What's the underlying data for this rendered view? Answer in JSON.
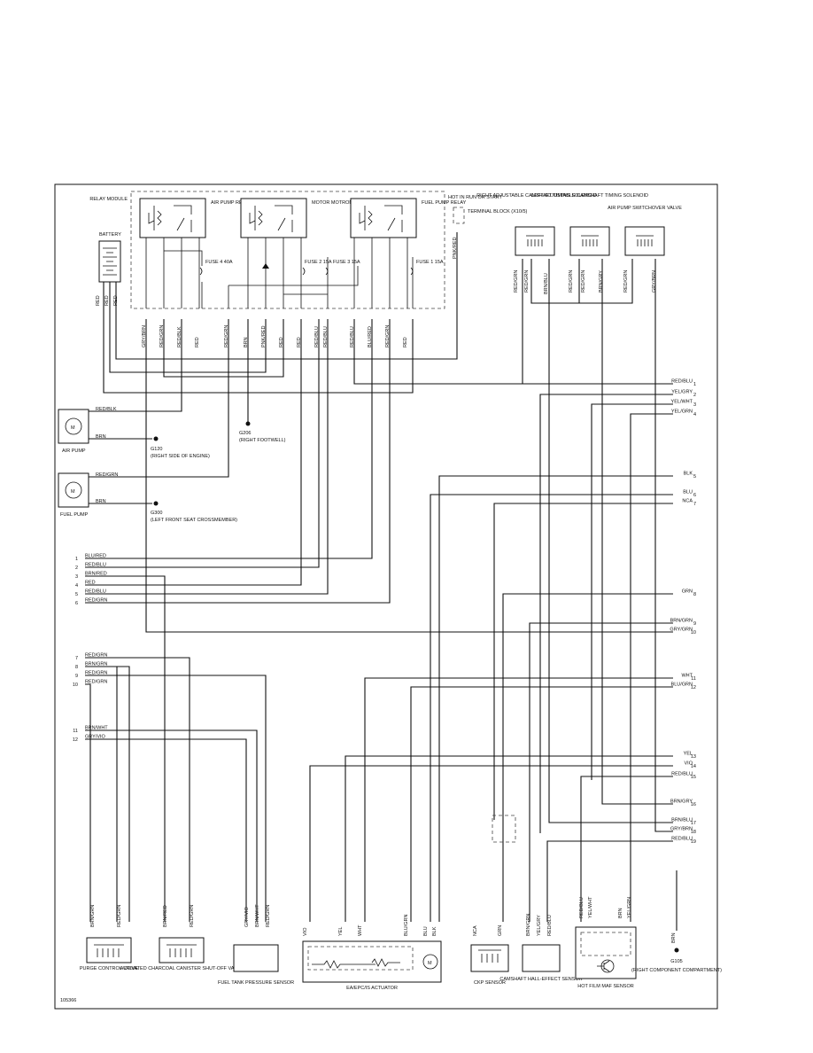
{
  "diagram_id": "105366",
  "relay_module": {
    "label": "RELAY MODULE",
    "relays": [
      {
        "label": "AIR PUMP RELAY"
      },
      {
        "label": "MOTOR MOTRONIC RELAY"
      },
      {
        "label": "FUEL PUMP RELAY"
      }
    ],
    "fuses": [
      {
        "label": "FUSE 4 40A"
      },
      {
        "label": "FUSE 2 15A"
      },
      {
        "label": "FUSE 3 15A"
      },
      {
        "label": "FUSE 1 15A"
      }
    ],
    "pin_wires": [
      "GRY/BRN",
      "RED/GRN",
      "RED/BLK",
      "RED",
      "RED/GRN",
      "BRN",
      "PNK/RED",
      "RED",
      "RED",
      "RED/BLU",
      "RED/BLU",
      "RED/BLU",
      "BLU/RED",
      "RED/GRN",
      "RED"
    ]
  },
  "hot_in_run": {
    "label": "HOT IN RUN OR START",
    "block": "TERMINAL BLOCK (X10/5)",
    "wire": "PNK/RED"
  },
  "battery": {
    "label": "BATTERY",
    "wires": [
      "RED",
      "RED",
      "RED"
    ]
  },
  "solenoids": [
    {
      "label": "RIGHT ADJUSTABLE CAMSHAFT TIMING SOLENOID",
      "wires": [
        "RED/GRN",
        "BRN/BLU"
      ]
    },
    {
      "label": "LEFT ADJUSTABLE CAMSHAFT TIMING SOLENOID",
      "wires": [
        "RED/GRN",
        "BRN/GRY"
      ]
    },
    {
      "label": "AIR PUMP SWITCHOVER VALVE",
      "wires": [
        "RED/GRN",
        "GRY/BRN"
      ]
    }
  ],
  "air_pump": {
    "label": "AIR PUMP",
    "wire1": "RED/BLK",
    "wire2": "BRN",
    "ground": "G120",
    "ground_desc": "(RIGHT SIDE OF ENGINE)"
  },
  "fuel_pump": {
    "label": "FUEL PUMP",
    "wire1": "RED/GRN",
    "wire2": "BRN",
    "ground": "G300",
    "ground_desc": "(LEFT FRONT SEAT CROSSMEMBER)"
  },
  "g206": {
    "label": "G206",
    "desc": "(RIGHT FOOTWELL)"
  },
  "g105": {
    "label": "G105",
    "desc": "(RIGHT COMPONENT COMPARTMENT)",
    "wire": "BRN"
  },
  "left_connector": [
    {
      "pin": "1",
      "wire": "BLU/RED"
    },
    {
      "pin": "2",
      "wire": "RED/BLU"
    },
    {
      "pin": "3",
      "wire": "BRN/RED"
    },
    {
      "pin": "4",
      "wire": "RED"
    },
    {
      "pin": "5",
      "wire": "RED/BLU"
    },
    {
      "pin": "6",
      "wire": "RED/GRN"
    },
    {
      "pin": "7",
      "wire": "RED/GRN"
    },
    {
      "pin": "8",
      "wire": "BRN/GRN"
    },
    {
      "pin": "9",
      "wire": "RED/GRN"
    },
    {
      "pin": "10",
      "wire": "RED/GRN"
    },
    {
      "pin": "11",
      "wire": "BRN/WHT"
    },
    {
      "pin": "12",
      "wire": "GRY/VIO"
    }
  ],
  "right_connector": [
    {
      "pin": "1",
      "wire": "RED/BLU"
    },
    {
      "pin": "2",
      "wire": "YEL/GRY"
    },
    {
      "pin": "3",
      "wire": "YEL/WHT"
    },
    {
      "pin": "4",
      "wire": "YEL/GRN"
    },
    {
      "pin": "5",
      "wire": "BLK"
    },
    {
      "pin": "6",
      "wire": "BLU"
    },
    {
      "pin": "7",
      "wire": "NCA"
    },
    {
      "pin": "8",
      "wire": "GRN"
    },
    {
      "pin": "9",
      "wire": "BRN/GRN"
    },
    {
      "pin": "10",
      "wire": "GRY/GRN"
    },
    {
      "pin": "11",
      "wire": "WHT"
    },
    {
      "pin": "12",
      "wire": "BLU/GRN"
    },
    {
      "pin": "13",
      "wire": "YEL"
    },
    {
      "pin": "14",
      "wire": "VIO"
    },
    {
      "pin": "15",
      "wire": "RED/BLU"
    },
    {
      "pin": "16",
      "wire": "BRN/GRY"
    },
    {
      "pin": "17",
      "wire": "BRN/BLU"
    },
    {
      "pin": "18",
      "wire": "GRY/BRN"
    },
    {
      "pin": "19",
      "wire": "RED/BLU"
    }
  ],
  "bottom_components": [
    {
      "label": "PURGE CONTROL VALVE",
      "wires": [
        "BRN/GRN",
        "RED/GRN"
      ]
    },
    {
      "label": "ACTIVATED CHARCOAL CANISTER SHUT-OFF VALVE",
      "wires": [
        "BRN/RED",
        "RED/GRN"
      ]
    },
    {
      "label": "FUEL TANK PRESSURE SENSOR",
      "wires": [
        "GRY/VIO",
        "BRN/WHT",
        "RED/GRN"
      ]
    },
    {
      "label": "EA/EPC/IS ACTUATOR",
      "wires": [
        "VIO",
        "YEL",
        "WHT",
        "BLU/GRN",
        "BLU",
        "BLK"
      ]
    },
    {
      "label": "CKP SENSOR",
      "wires": [
        "NCA",
        "GRN"
      ]
    },
    {
      "label": "CAMSHAFT HALL-EFFECT SENSOR",
      "wires": [
        "BRN/GRN",
        "YEL/GRY",
        "RED/BLU"
      ]
    },
    {
      "label": "HOT FILM MAF SENSOR",
      "wires": [
        "RED/BLU",
        "YEL/WHT",
        "BRN",
        "YEL/GRN"
      ]
    }
  ]
}
